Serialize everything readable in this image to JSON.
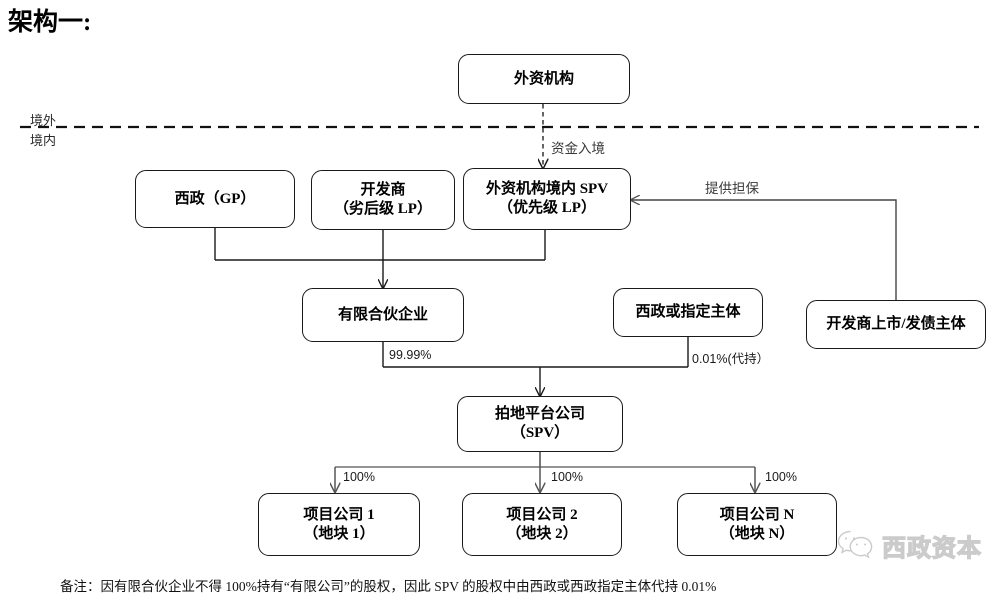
{
  "title": "架构一:",
  "border": {
    "outside_label": "境外",
    "inside_label": "境内"
  },
  "nodes": {
    "foreign_institution": {
      "line1": "外资机构",
      "line2": ""
    },
    "xizheng_gp": {
      "line1": "西政（GP）",
      "line2": ""
    },
    "developer_lp": {
      "line1": "开发商",
      "line2": "（劣后级 LP）"
    },
    "foreign_spv": {
      "line1": "外资机构境内 SPV",
      "line2": "（优先级 LP）"
    },
    "limited_partnership": {
      "line1": "有限合伙企业",
      "line2": ""
    },
    "xizheng_designated": {
      "line1": "西政或指定主体",
      "line2": ""
    },
    "developer_listco": {
      "line1": "开发商上市/发债主体",
      "line2": ""
    },
    "land_platform": {
      "line1": "拍地平台公司",
      "line2": "（SPV）"
    },
    "project_company_1": {
      "line1": "项目公司 1",
      "line2": "（地块 1）"
    },
    "project_company_2": {
      "line1": "项目公司 2",
      "line2": "（地块 2）"
    },
    "project_company_n": {
      "line1": "项目公司 N",
      "line2": "（地块 N）"
    }
  },
  "edges": {
    "capital_inflow": "资金入境",
    "provide_guarantee": "提供担保",
    "stake_99_99": "99.99%",
    "stake_0_01": "0.01%(代持）",
    "stake_100_a": "100%",
    "stake_100_b": "100%",
    "stake_100_c": "100%"
  },
  "footnote": "备注：因有限合伙企业不得 100%持有“有限公司”的股权，因此 SPV 的股权中由西政或西政指定主体代持 0.01%",
  "watermark": {
    "icon": "wechat-icon",
    "text": "西政资本"
  },
  "colors": {
    "stroke": "#1a1a1a",
    "background": "#ffffff",
    "label_gray": "#3a3a3a",
    "watermark_gray": "#c9c9c9"
  }
}
